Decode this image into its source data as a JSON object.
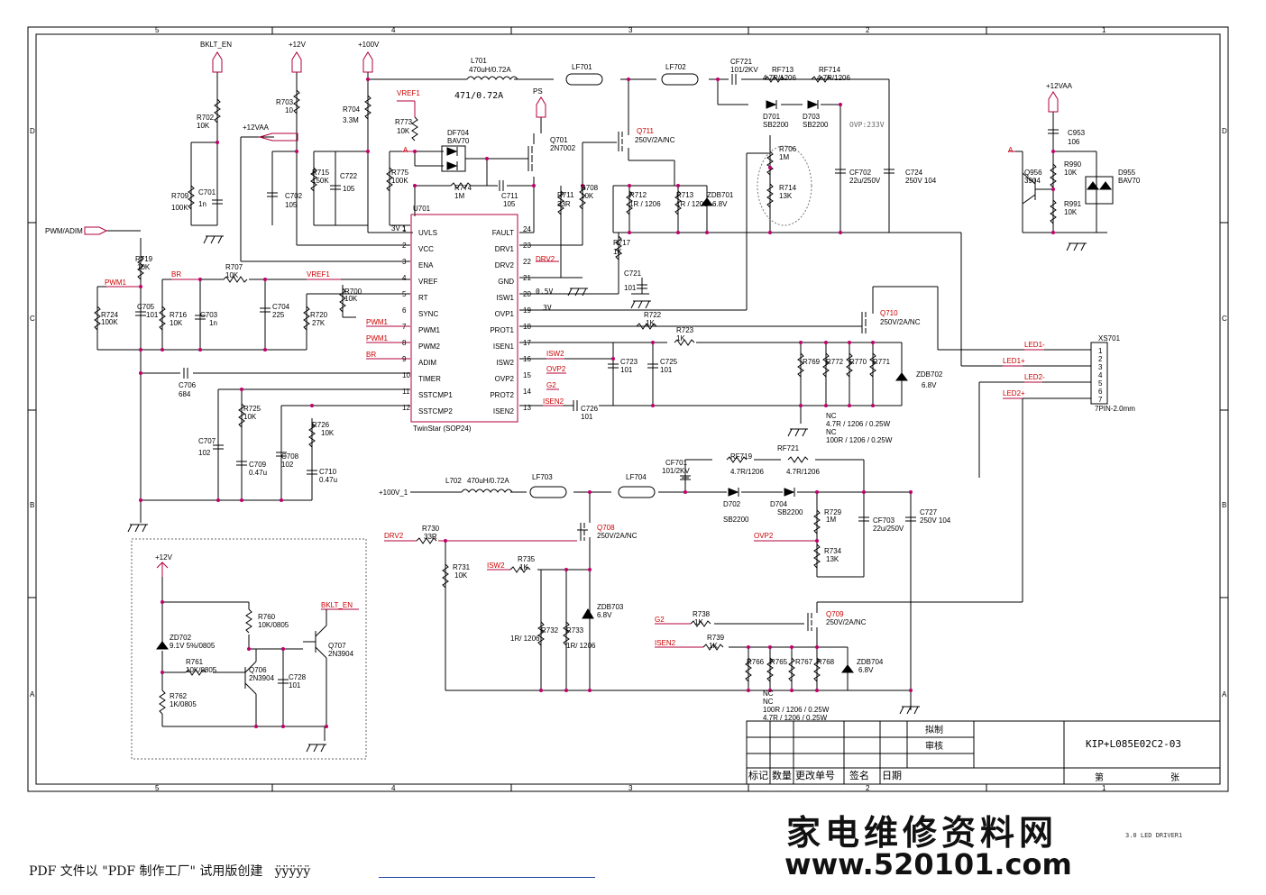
{
  "border": {
    "top": [
      "5",
      "4",
      "3",
      "2",
      "1"
    ],
    "side": [
      "D",
      "C",
      "B",
      "A"
    ]
  },
  "nets": {
    "bklt_en": "BKLT_EN",
    "v12": "+12V",
    "v100": "+100V",
    "v12vaa": "+12VAA",
    "v12vaa_r": "+12VAA",
    "pwm_adim": "PWM/ADIM",
    "vref1_top": "VREF1",
    "a_top": "A",
    "ps": "PS",
    "a_right": "A",
    "v3v1": "3V 1",
    "pwm1_left": "PWM1",
    "br_top": "BR",
    "vref1_mid": "VREF1",
    "pwm1_a": "PWM1",
    "pwm1_b": "PWM1",
    "br_low": "BR",
    "drv2_pin": "DRV2",
    "v05": "0.5V",
    "v3v": "3V",
    "isw2": "ISW2",
    "ovp2": "OVP2",
    "g2": "G2",
    "isen2": "ISEN2",
    "v100_1": "+100V_1",
    "drv2_low": "DRV2",
    "isw2_low": "ISW2",
    "ovp2_low": "OVP2",
    "g2_low": "G2",
    "isen2_low": "ISEN2",
    "v12_box": "+12V",
    "bklt_box": "BKLT_EN",
    "led1m": "LED1-",
    "led1p": "LED1+",
    "led2m": "LED2-",
    "led2p": "LED2+",
    "ovp233": "OVP:233V"
  },
  "ic": {
    "ref": "U701",
    "name": "TwinStar (SOP24)",
    "left": [
      "UVLS",
      "VCC",
      "ENA",
      "VREF",
      "RT",
      "SYNC",
      "PWM1",
      "PWM2",
      "ADIM",
      "TIMER",
      "SSTCMP1",
      "SSTCMP2"
    ],
    "right": [
      "FAULT",
      "DRV1",
      "DRV2",
      "GND",
      "ISW1",
      "OVP1",
      "PROT1",
      "ISEN1",
      "ISW2",
      "OVP2",
      "PROT2",
      "ISEN2"
    ],
    "lnums": [
      "1",
      "2",
      "3",
      "4",
      "5",
      "6",
      "7",
      "8",
      "9",
      "10",
      "11",
      "12"
    ],
    "rnums": [
      "24",
      "23",
      "22",
      "21",
      "20",
      "19",
      "18",
      "17",
      "16",
      "15",
      "14",
      "13"
    ]
  },
  "parts": {
    "l701": "L701",
    "l701v": "470uH/0.72A",
    "l701h": "471/0.72A",
    "lf701": "LF701",
    "lf702": "LF702",
    "cf721": "CF721",
    "cf721v": "101/2KV",
    "rf713": "RF713",
    "rf713v": "4.7R/1206",
    "rf714": "RF714",
    "rf714v": "4.7R/1206",
    "r702": "R702",
    "r702v": "10K",
    "r703": "R703",
    "r703v": "10",
    "r704": "R704",
    "r704v": "3.3M",
    "r773": "R773",
    "r773v": "10K",
    "df704": "DF704",
    "df704v": "BAV70",
    "q701": "Q701",
    "q701v": "2N7002",
    "q711": "Q711",
    "q711v": "250V/2A/NC",
    "d701": "D701",
    "d701v": "SB2200",
    "d703": "D703",
    "d703v": "SB2200",
    "r706": "R706",
    "r706v": "1M",
    "r714": "R714",
    "r714v": "13K",
    "cf702": "CF702",
    "cf702v": "22u/250V",
    "c724": "C724",
    "c724v": "250V 104",
    "r715": "R715",
    "r715v": "150K",
    "c722": "C722",
    "c722v": "105",
    "r775": "R775",
    "r775v": "100K",
    "r774": "R774",
    "r774v": "1M",
    "c711": "C711",
    "c711v": "105",
    "r711": "R711",
    "r711v": "33R",
    "r708": "R708",
    "r708v": "10K",
    "r712": "R712",
    "r712v": "1R / 1206",
    "r713": "R713",
    "r713v": "1R / 1206",
    "zdb701": "ZDB701",
    "zdb701v": "6.8V",
    "r709": "R709",
    "r709v": "100K",
    "c701": "C701",
    "c701v": "1n",
    "c702": "C702",
    "c702v": "105",
    "c953": "C953",
    "c953v": "106",
    "q956": "Q956",
    "q956v": "3904",
    "r990": "R990",
    "r990v": "10K",
    "r991": "R991",
    "r991v": "10K",
    "d955": "D955",
    "d955v": "BAV70",
    "r719": "R719",
    "r719v": "10K",
    "r707": "R707",
    "r707v": "10K",
    "r700": "R700",
    "r700v": "10K",
    "c705": "C705",
    "c705v": "101",
    "r724": "R724",
    "r724v": "100K",
    "r716": "R716",
    "r716v": "10K",
    "c703": "C703",
    "c703v": "1n",
    "c704": "C704",
    "c704v": "225",
    "r720": "R720",
    "r720v": "27K",
    "r717": "R717",
    "r717v": "1K",
    "c721": "C721",
    "c721v": "101",
    "q710": "Q710",
    "q710v": "250V/2A/NC",
    "r722": "R722",
    "r722v": "1K",
    "r723": "R723",
    "r723v": "1K",
    "c723": "C723",
    "c723v": "101",
    "c725": "C725",
    "c725v": "101",
    "c726": "C726",
    "c726v": "101",
    "r769": "R769",
    "r772": "R772",
    "r770": "R770",
    "r771": "R771",
    "zdb702": "ZDB702",
    "zdb702v": "6.8V",
    "nc1": "NC",
    "nc1a": "4.7R / 1206 / 0.25W",
    "nc1b": "NC",
    "nc1c": "100R / 1206 / 0.25W",
    "xs701": "XS701",
    "xs701v": "7PIN-2.0mm",
    "xsp": [
      "1",
      "2",
      "3",
      "4",
      "5",
      "6",
      "7"
    ],
    "c706": "C706",
    "c706v": "684",
    "c707": "C707",
    "c707v": "102",
    "r725": "R725",
    "r725v": "10K",
    "c709": "C709",
    "c709v": "0.47u",
    "c708": "C708",
    "c708v": "102",
    "r726": "R726",
    "r726v": "10K",
    "c710": "C710",
    "c710v": "0.47u",
    "l702": "L702",
    "l702v": "470uH/0.72A",
    "lf703": "LF703",
    "lf704": "LF704",
    "cf701": "CF701",
    "cf701v": "101/2KV",
    "rf719": "RF719",
    "rf719v": "4.7R/1206",
    "rf721": "RF721",
    "rf721v": "4.7R/1206",
    "d702": "D702",
    "d702v": "SB2200",
    "d704": "D704",
    "d704v": "SB2200",
    "r729": "R729",
    "r729v": "1M",
    "cf703": "CF703",
    "cf703v": "22u/250V",
    "c727": "C727",
    "c727v": "250V 104",
    "r734": "R734",
    "r734v": "13K",
    "q708": "Q708",
    "q708v": "250V/2A/NC",
    "r730": "R730",
    "r730v": "33R",
    "r731": "R731",
    "r731v": "10K",
    "r735": "R735",
    "r735v": "1K",
    "zdb703": "ZDB703",
    "zdb703v": "6.8V",
    "r732": "R732",
    "r732v": "1R/ 1206",
    "r733": "R733",
    "r733v": "1R/ 1206",
    "q709": "Q709",
    "q709v": "250V/2A/NC",
    "r738": "R738",
    "r738v": "1K",
    "r739": "R739",
    "r739v": "1K",
    "r766": "R766",
    "r765": "R765",
    "r767": "R767",
    "r768": "R768",
    "zdb704": "ZDB704",
    "zdb704v": "6.8V",
    "nc2": "NC",
    "nc2a": "NC",
    "nc2b": "100R / 1206 / 0.25W",
    "nc2c": "4.7R / 1206 / 0.25W",
    "zd702": "ZD702",
    "zd702v": "9.1V 5%/0805",
    "r760": "R760",
    "r760v": "10K/0805",
    "q707": "Q707",
    "q707v": "2N3904",
    "r761": "R761",
    "r761v": "10K/0805",
    "q706": "Q706",
    "q706v": "2N3904",
    "c728": "C728",
    "c728v": "101",
    "r762": "R762",
    "r762v": "1K/0805"
  },
  "title_block": {
    "prepared": "拟制",
    "reviewed": "审核",
    "doc_no": "KIP+L085E02C2-03",
    "headers": [
      "标记",
      "数量",
      "更改单号",
      "签名",
      "日期"
    ],
    "sheet": "第",
    "sheet_of": "张"
  },
  "footer": {
    "pdf_note": "PDF 文件以 \"PDF 制作工厂\" 试用版创建",
    "pdf_marks": "ÿÿÿÿÿ",
    "wm_cn": "家电维修资料网",
    "wm_url": "www.520101.com",
    "sheet_id": "3.0 LED DRIVER1"
  }
}
